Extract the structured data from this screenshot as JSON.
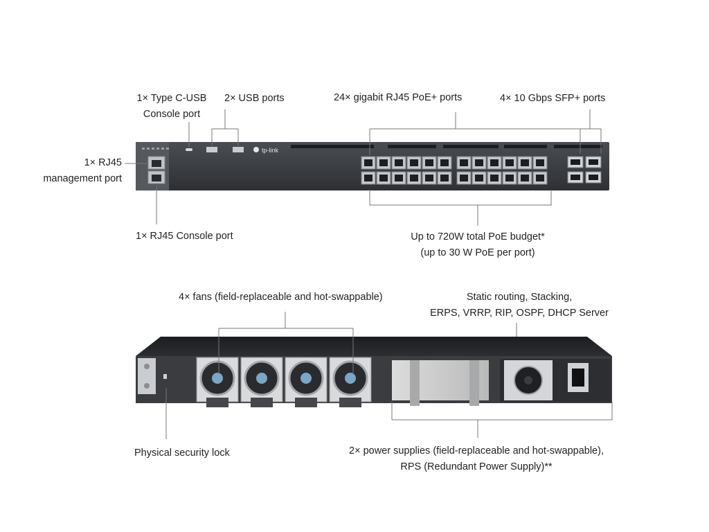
{
  "front_labels": {
    "typec_console": [
      "1× Type C-USB",
      "Console port"
    ],
    "usb_ports": "2× USB ports",
    "rj45_poe_ports": "24× gigabit RJ45 PoE+ ports",
    "sfp_ports": "4× 10 Gbps SFP+ ports",
    "rj45_management": [
      "1× RJ45",
      "management port"
    ],
    "rj45_console": "1× RJ45 Console port",
    "poe_budget": [
      "Up to 720W total PoE budget*",
      "(up to 30 W PoE per port)"
    ]
  },
  "rear_labels": {
    "fans": "4× fans (field-replaceable and hot-swappable)",
    "routing": [
      "Static routing, Stacking,",
      "ERPS, VRRP, RIP, OSPF, DHCP Server"
    ],
    "security_lock": "Physical security lock",
    "power_supplies": [
      "2× power supplies (field-replaceable and hot-swappable),",
      "RPS (Redundant Power Supply)**"
    ]
  },
  "device": {
    "brand": "tp-link"
  }
}
